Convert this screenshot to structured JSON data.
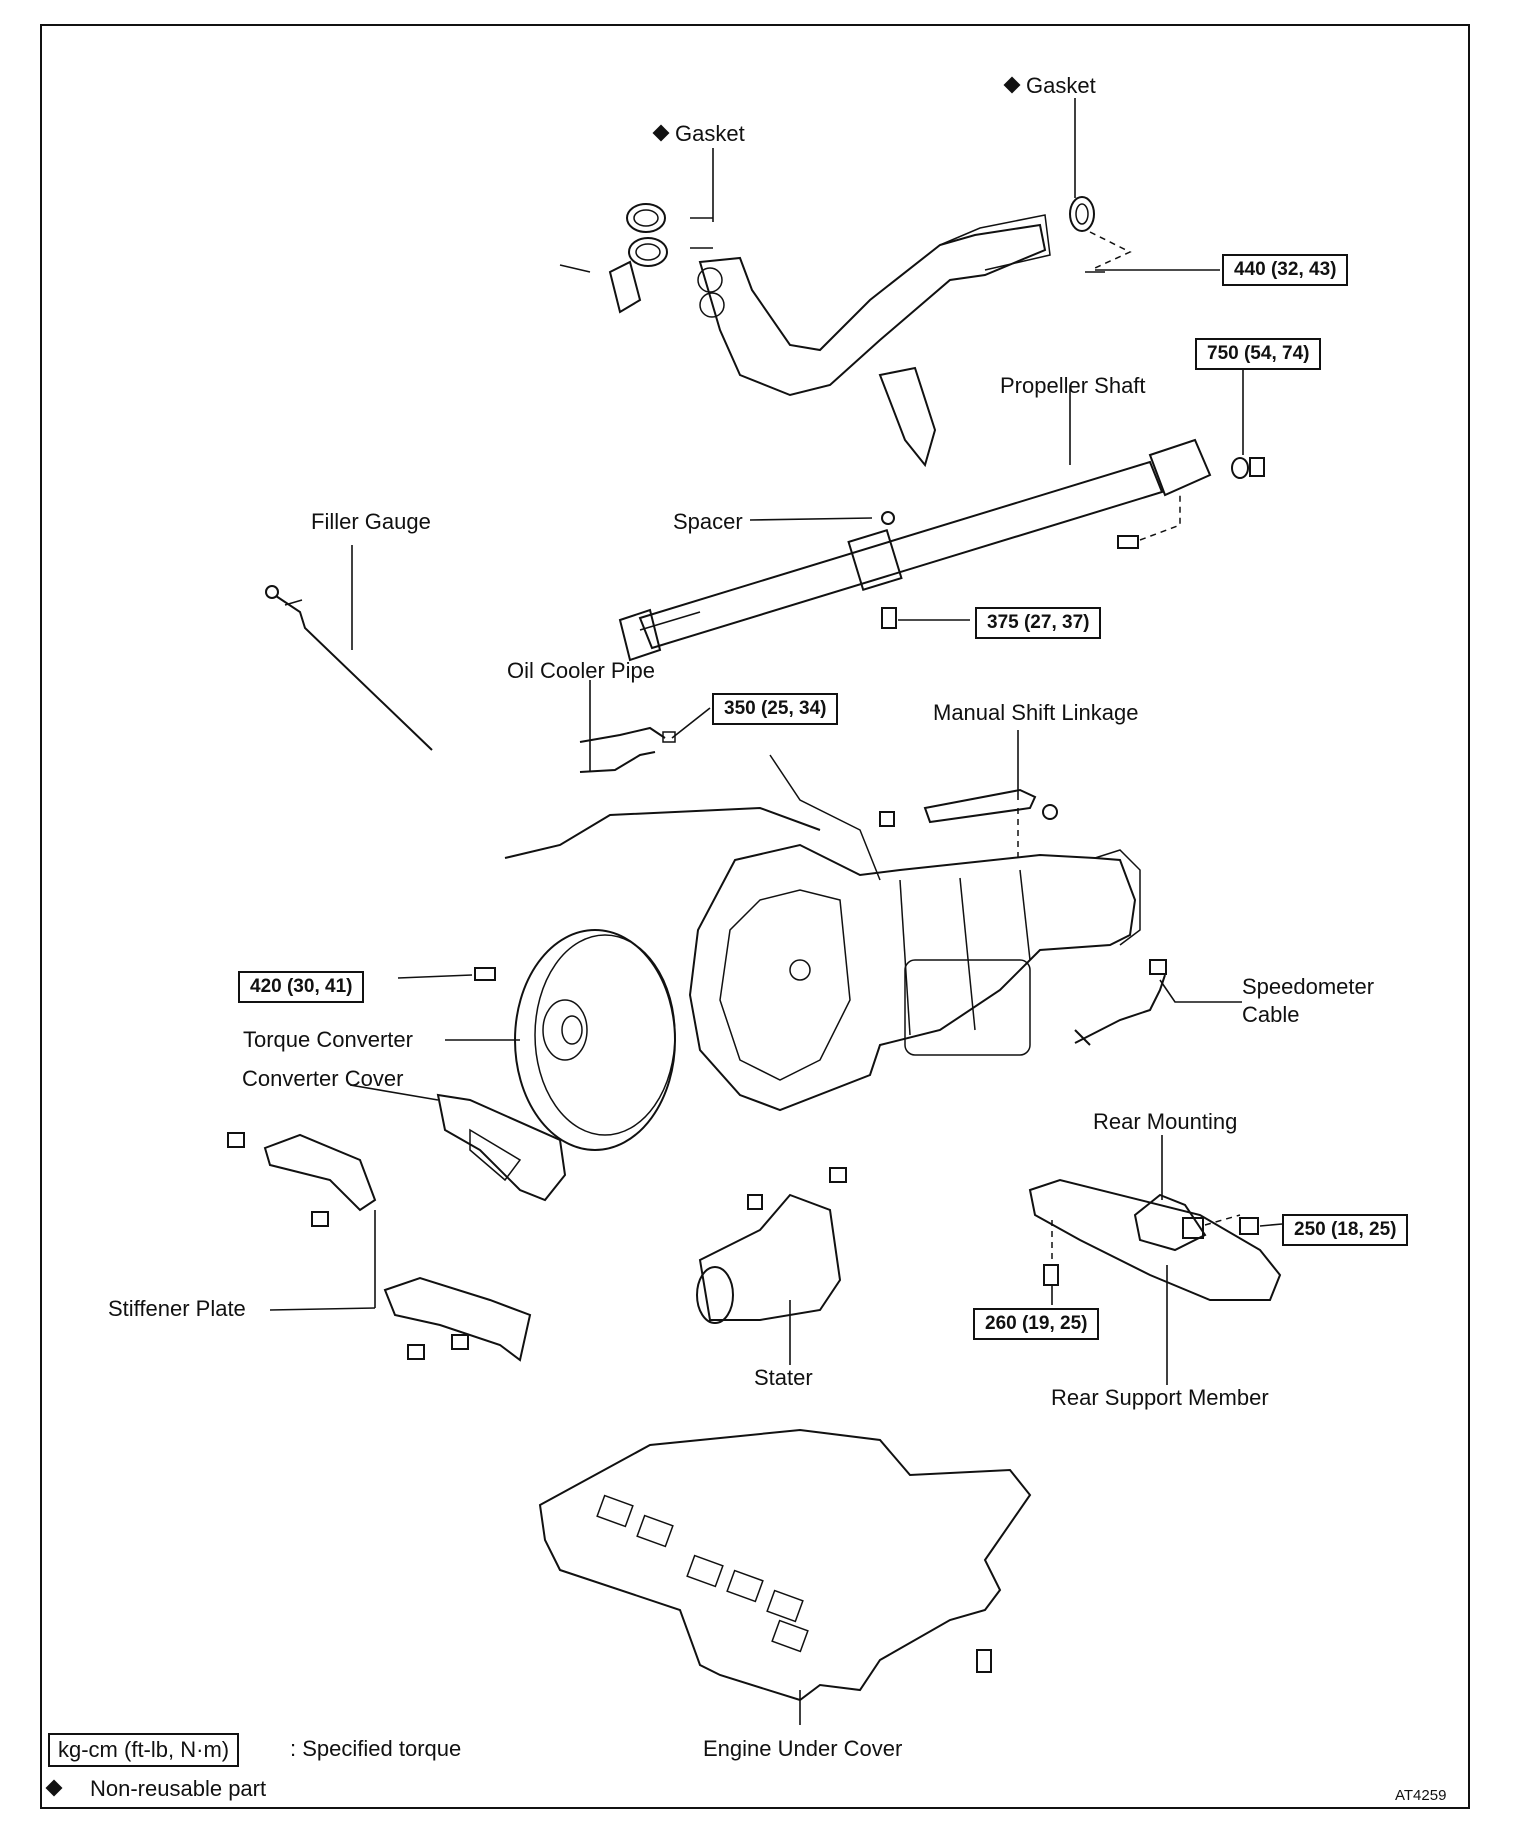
{
  "labels": {
    "gasket_left": "Gasket",
    "gasket_right": "Gasket",
    "propeller_shaft": "Propeller Shaft",
    "spacer": "Spacer",
    "filler_gauge": "Filler Gauge",
    "oil_cooler_pipe": "Oil Cooler Pipe",
    "manual_shift_linkage": "Manual Shift Linkage",
    "torque_converter": "Torque Converter",
    "converter_cover": "Converter Cover",
    "speedometer_cable_1": "Speedometer",
    "speedometer_cable_2": "Cable",
    "rear_mounting": "Rear Mounting",
    "stiffener_plate": "Stiffener Plate",
    "stater": "Stater",
    "rear_support_member": "Rear Support Member",
    "engine_under_cover": "Engine Under Cover"
  },
  "torque": {
    "t440": "440 (32, 43)",
    "t750": "750 (54, 74)",
    "t375": "375 (27, 37)",
    "t350": "350 (25, 34)",
    "t420": "420 (30, 41)",
    "t250": "250 (18, 25)",
    "t260": "260 (19, 25)"
  },
  "legend": {
    "torque_unit": "kg-cm (ft-lb, N·m)",
    "torque_desc": ":  Specified torque",
    "nonreusable_desc": "Non-reusable part"
  },
  "ref_code": "AT4259"
}
